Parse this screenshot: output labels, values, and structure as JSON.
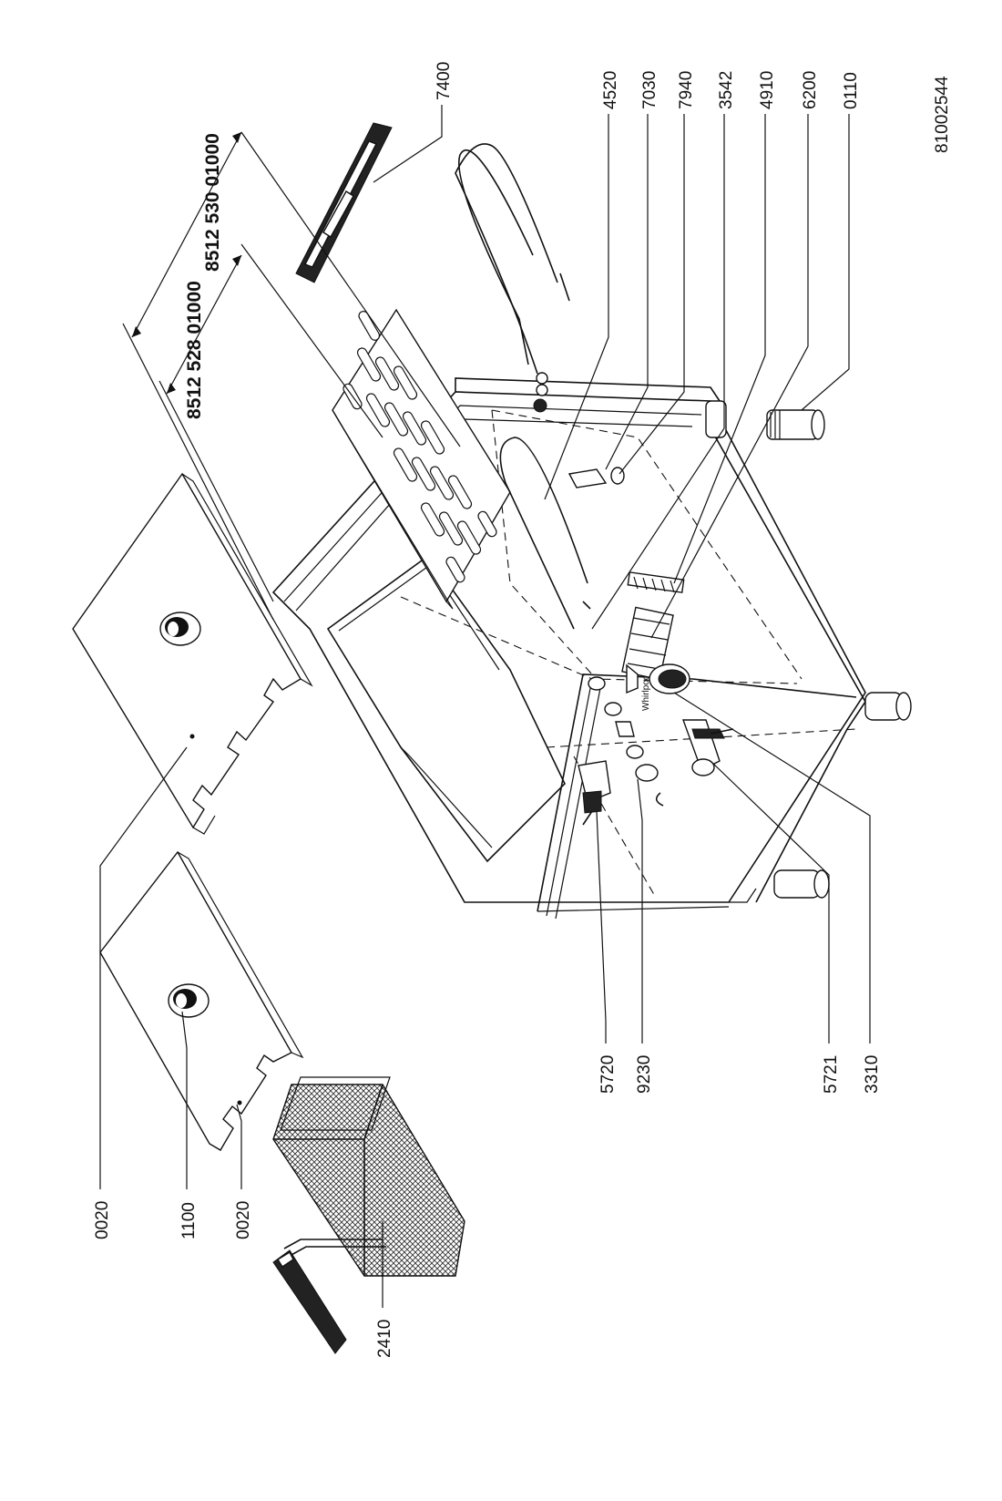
{
  "drawing": {
    "sheet_number": "81002544",
    "assembly_codes": [
      "8512 528 01000",
      "8512 530 01000"
    ],
    "right_callouts": [
      "4520",
      "7030",
      "7940",
      "3542",
      "4910",
      "6200",
      "0110"
    ],
    "top_callout": "7400",
    "bottom_callouts": [
      "0020",
      "1100",
      "0020",
      "2410",
      "5720",
      "9230",
      "5721",
      "3310"
    ],
    "brand_mark": "Whirlpool"
  }
}
